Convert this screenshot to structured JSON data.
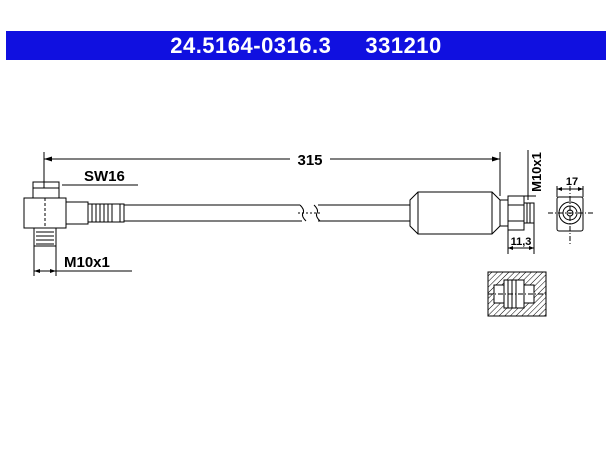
{
  "header": {
    "part_number": "24.5164-0316.3",
    "ref_number": "331210",
    "bg_color": "#1010e0",
    "text_color": "#ffffff"
  },
  "dimensions": {
    "length": "315",
    "wrench_size": "SW16",
    "thread_left": "M10x1",
    "thread_right": "M10x1",
    "fitting_length": "11,3",
    "end_diameter": "17"
  }
}
